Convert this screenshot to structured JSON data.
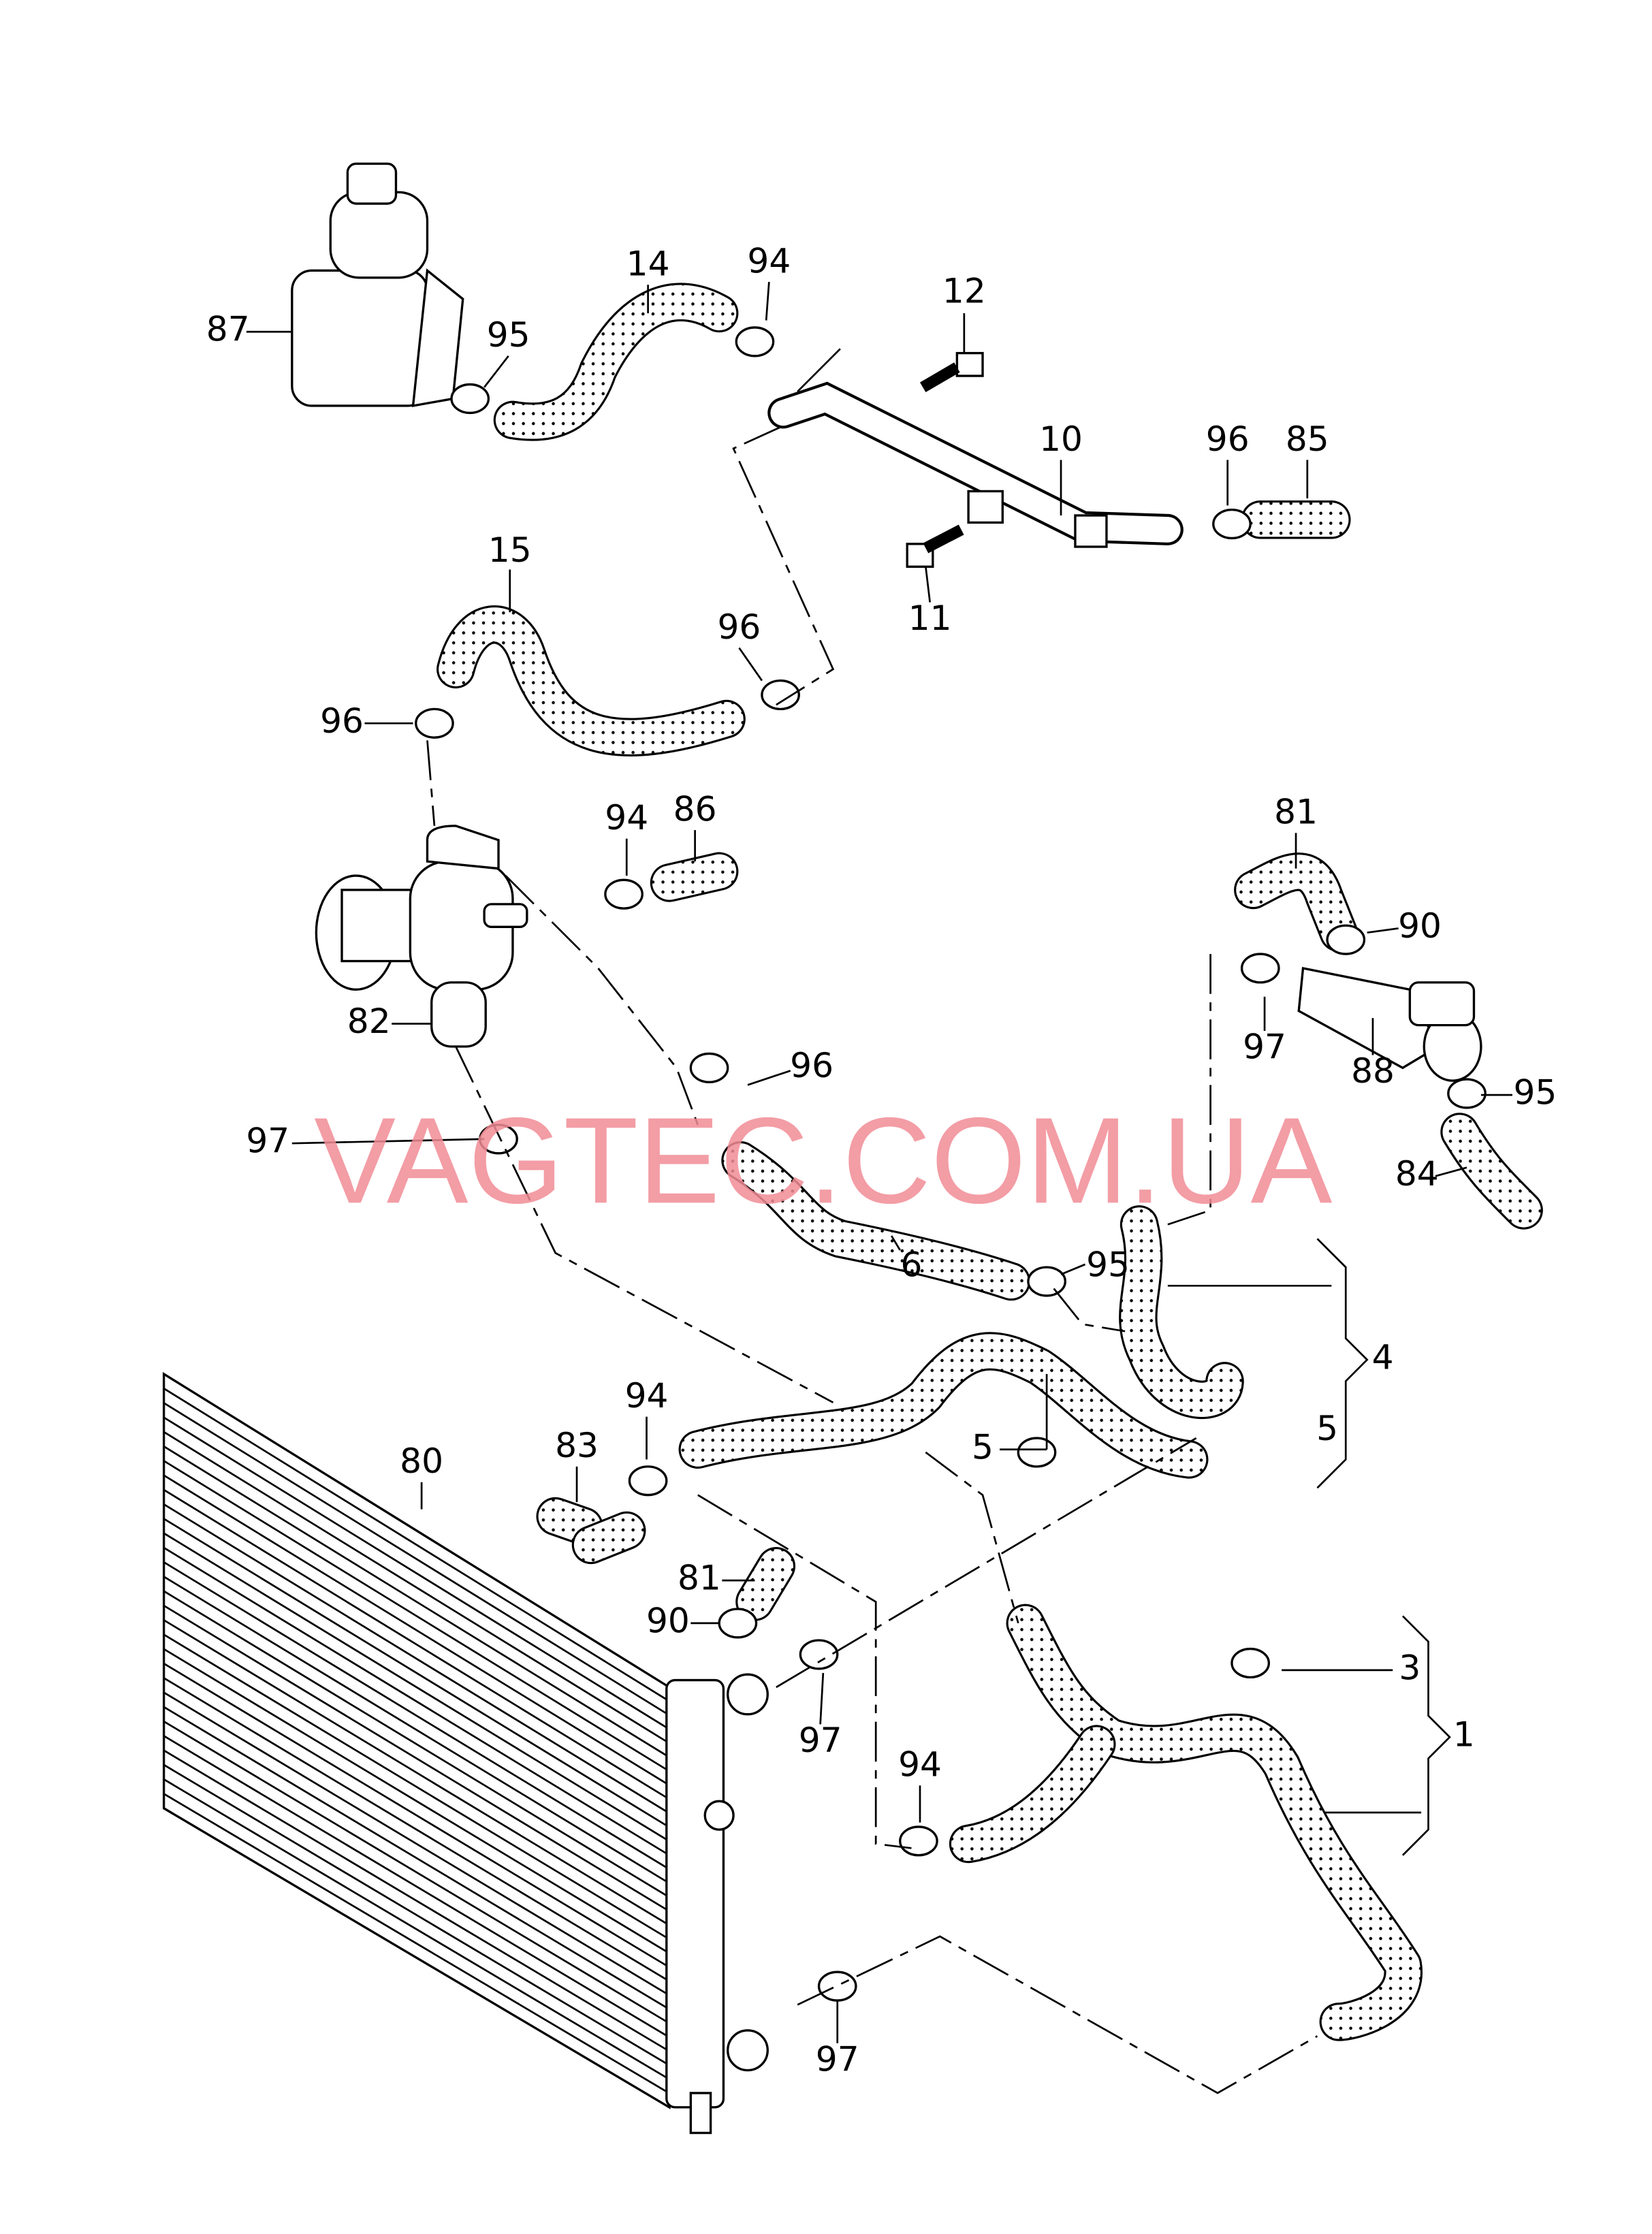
{
  "watermark": "VAGTEC.COM.UA",
  "labels": [
    "14",
    "94",
    "12",
    "87",
    "95",
    "10",
    "96",
    "85",
    "11",
    "15",
    "96",
    "96",
    "81",
    "94",
    "86",
    "90",
    "97",
    "88",
    "82",
    "96",
    "95",
    "97",
    "6",
    "84",
    "95",
    "4",
    "5",
    "94",
    "80",
    "83",
    "5",
    "81",
    "90",
    "3",
    "1",
    "97",
    "94",
    "97"
  ]
}
